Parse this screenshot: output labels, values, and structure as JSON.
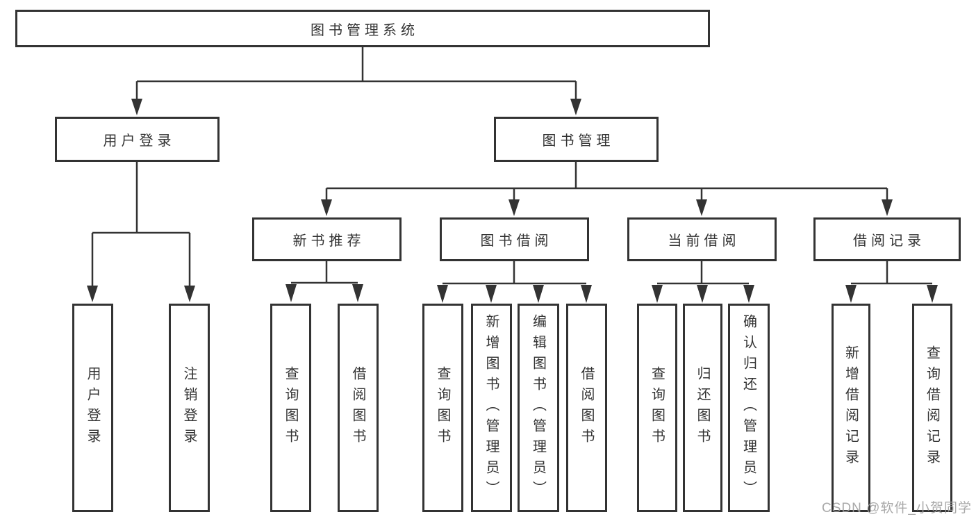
{
  "tree": {
    "root": "图书管理系统",
    "branches": [
      {
        "label": "用户登录",
        "children": [
          {
            "label": "用户登录"
          },
          {
            "label": "注销登录"
          }
        ]
      },
      {
        "label": "图书管理",
        "children": [
          {
            "label": "新书推荐",
            "children": [
              {
                "label": "查询图书"
              },
              {
                "label": "借阅图书"
              }
            ]
          },
          {
            "label": "图书借阅",
            "children": [
              {
                "label": "查询图书"
              },
              {
                "label": "新增图书（管理员）"
              },
              {
                "label": "编辑图书（管理员）"
              },
              {
                "label": "借阅图书"
              }
            ]
          },
          {
            "label": "当前借阅",
            "children": [
              {
                "label": "查询图书"
              },
              {
                "label": "归还图书"
              },
              {
                "label": "确认归还（管理员）"
              }
            ]
          },
          {
            "label": "借阅记录",
            "children": [
              {
                "label": "新增借阅记录"
              },
              {
                "label": "查询借阅记录"
              }
            ]
          }
        ]
      }
    ]
  },
  "watermark": {
    "text": "CSDN @软件_小贺同学"
  },
  "colors": {
    "line": "#333333",
    "text": "#333333",
    "watermark": "#a0a0a0",
    "background": "#ffffff"
  }
}
